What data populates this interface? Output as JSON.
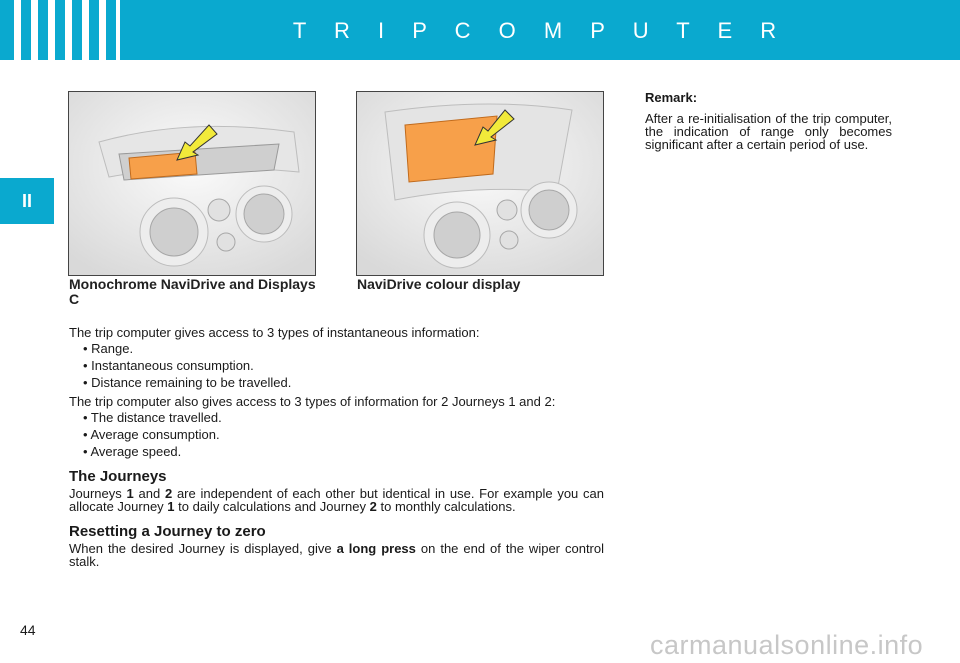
{
  "header": {
    "title": "T R I P   C O M P U T E R"
  },
  "tab": {
    "label": "II"
  },
  "images": {
    "left_caption": "Monochrome  NaviDrive  and Displays C",
    "right_caption": "NaviDrive colour display"
  },
  "content": {
    "intro1": "The trip computer gives access to 3 types of instantaneous information:",
    "list1": [
      "• Range.",
      "• Instantaneous consumption.",
      "• Distance remaining to be travelled."
    ],
    "intro2": "The trip computer also gives access to 3 types of information for 2 Journeys 1 and 2:",
    "list2": [
      "• The distance travelled.",
      "• Average consumption.",
      "• Average speed."
    ],
    "journeys": {
      "heading": "The Journeys",
      "p_a": "Journeys ",
      "n1": "1",
      "p_b": " and ",
      "n2": "2",
      "p_c": " are independent of each other but identical in use. For example you can allocate Journey ",
      "n3": "1",
      "p_d": " to daily calculations and Journey ",
      "n4": "2",
      "p_e": " to monthly calculations."
    },
    "reset": {
      "heading": "Resetting a Journey to zero",
      "p_a": "When the desired Journey is displayed, give ",
      "bold": "a long press",
      "p_b": " on the end of the wiper control stalk."
    }
  },
  "remark": {
    "title": "Remark:",
    "text": "After a re-initialisation of the trip computer, the indication of range only becomes significant after a certain period of use."
  },
  "page_number": "44",
  "watermark": "carmanualsonline.info",
  "colors": {
    "accent": "#0aa9cf",
    "display": "#f7a04a",
    "arrow": "#f2ea3a"
  }
}
